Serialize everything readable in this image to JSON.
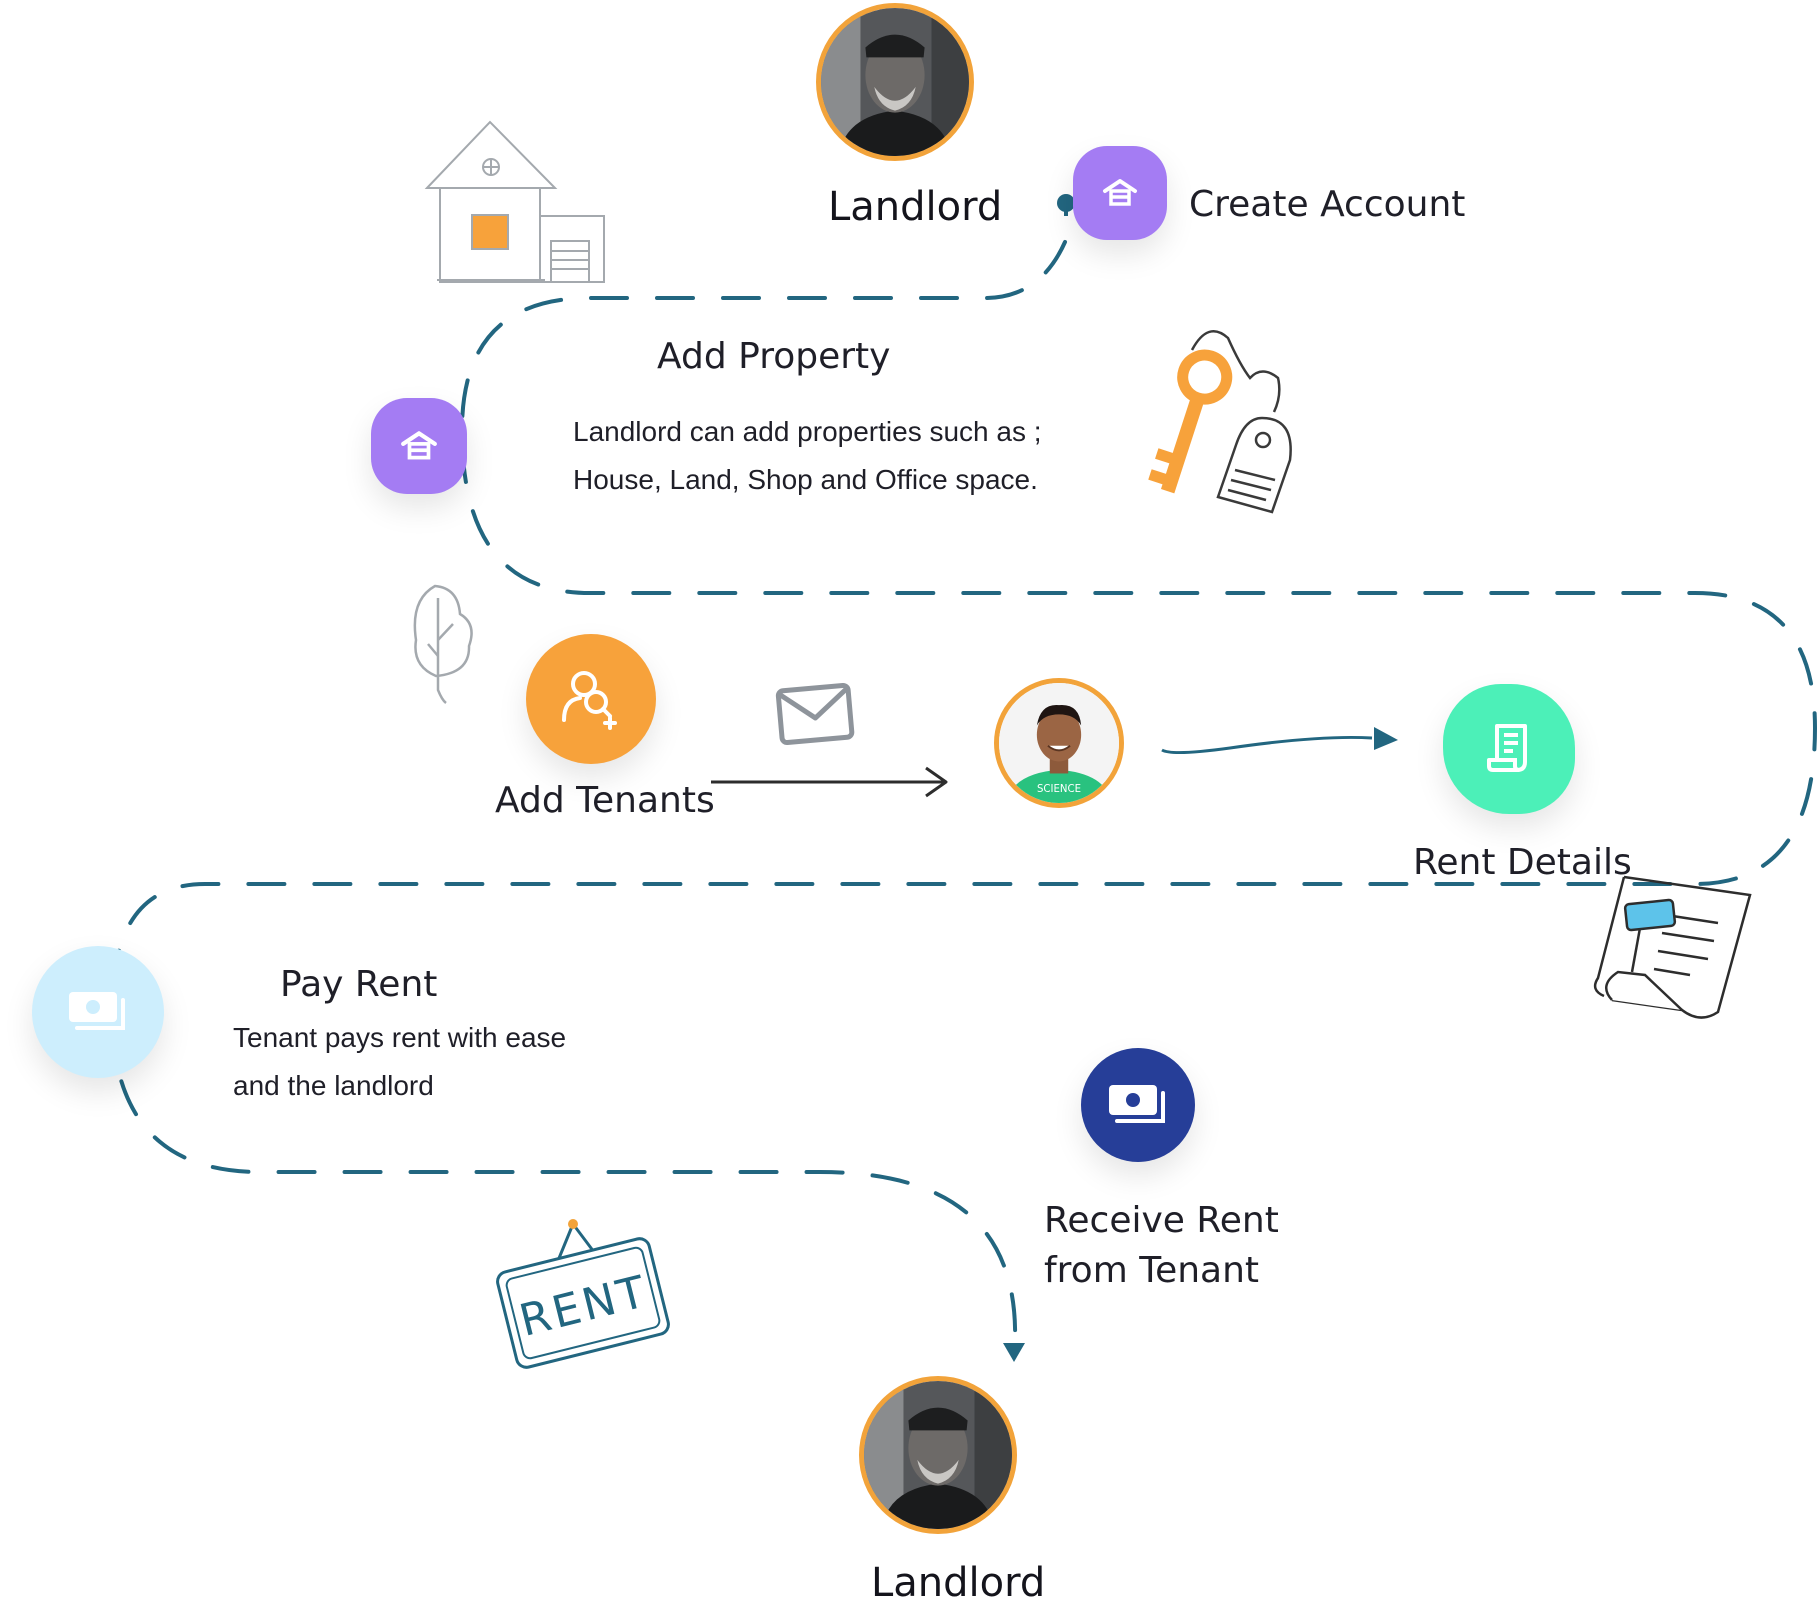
{
  "nodes": {
    "landlord_top": {
      "label": "Landlord",
      "icon": "landlord-avatar"
    },
    "create_account": {
      "label": "Create Account",
      "icon": "house-icon",
      "color": "#a47cf3"
    },
    "add_property": {
      "title": "Add Property",
      "desc_line1": "Landlord can add properties such as ;",
      "desc_line2": "House, Land, Shop and Office space.",
      "icon": "house-icon",
      "color": "#a47cf3"
    },
    "add_tenants": {
      "label": "Add Tenants",
      "icon": "user-search-plus-icon",
      "color": "#f7a23b"
    },
    "tenant": {
      "icon": "tenant-avatar"
    },
    "rent_details": {
      "label": "Rent Details",
      "icon": "receipt-icon",
      "color": "#4cf0b8"
    },
    "pay_rent": {
      "title": "Pay Rent",
      "desc_line1": "Tenant pays rent with ease",
      "desc_line2": "and the landlord",
      "icon": "cash-icon",
      "color": "#cdeefd"
    },
    "receive_rent": {
      "label_line1": "Receive Rent",
      "label_line2": "from Tenant",
      "icon": "cash-icon",
      "color": "#263e98"
    },
    "landlord_bottom": {
      "label": "Landlord",
      "icon": "landlord-avatar"
    }
  },
  "illustrations": {
    "rent_sign_text": "RENT",
    "tenant_shirt_text": "SCIENCE"
  },
  "colors": {
    "path": "#226680",
    "avatar_ring": "#f2a33a",
    "arrow": "#2d2d2d"
  }
}
